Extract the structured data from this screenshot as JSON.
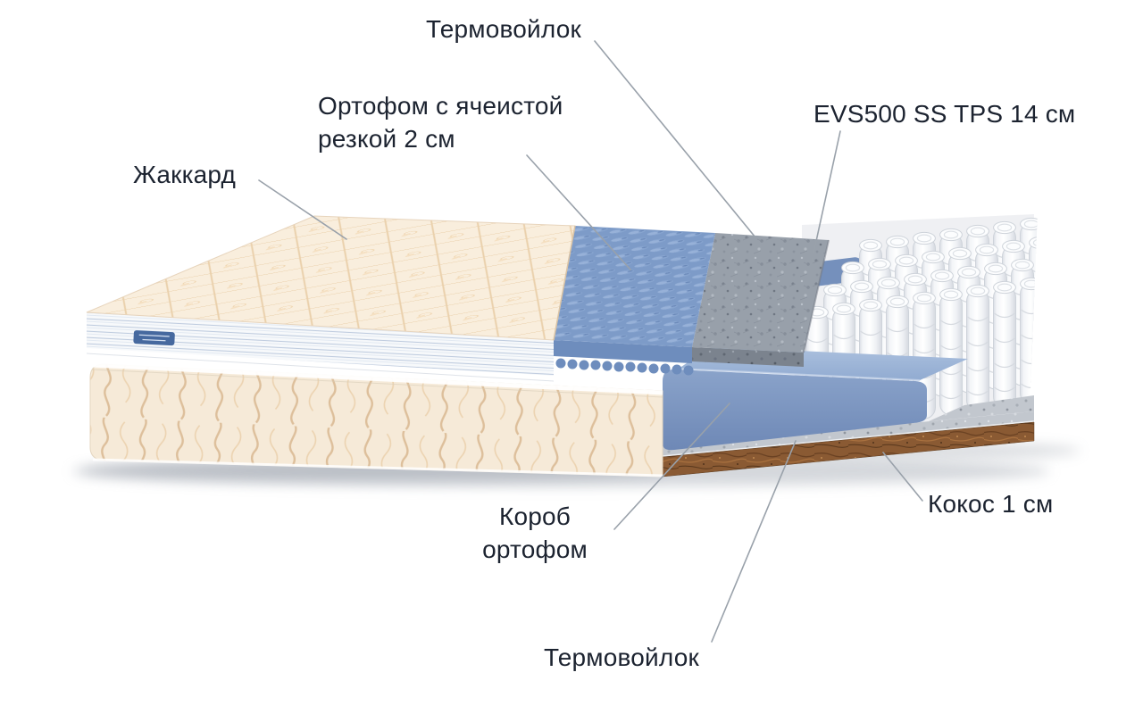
{
  "page": {
    "background": "#ffffff"
  },
  "diagram": {
    "type": "mattress-layers-cutaway",
    "labels": {
      "thermofelt_top": "Термовойлок",
      "orthofoam_cut": "Ортофом с ячеистой резкой 2 см",
      "jacquard": "Жаккард",
      "springs": "EVS500 SS TPS 14 см",
      "coconut": "Кокос 1 см",
      "box_orthofoam": "Короб ортофом",
      "thermofelt_bottom": "Термовойлок"
    },
    "colors": {
      "label_text": "#1c2330",
      "leader_line": "#99a1aa",
      "jacquard_cream": "#f9eedd",
      "side_fabric_cream": "#f6ead8",
      "foam_blue": "#7d9bc8",
      "box_blue": "#7e98c2",
      "felt_gray": "#98a0aa",
      "spring_white": "#f5f6f8",
      "coconut_brown": "#8a5a33"
    }
  }
}
